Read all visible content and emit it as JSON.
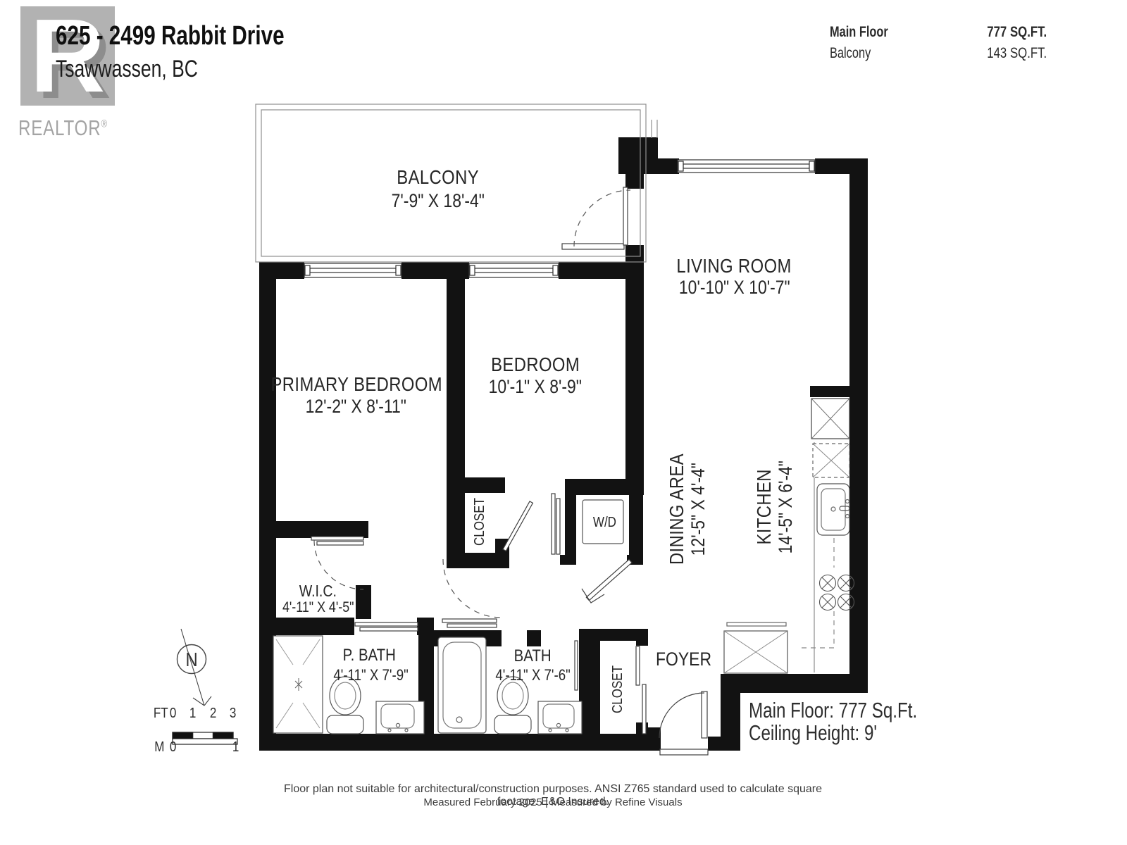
{
  "header": {
    "logo": {
      "letter": "R",
      "brand": "REALTOR",
      "reg": "®"
    },
    "title": "625 - 2499 Rabbit Drive",
    "subtitle": "Tsawwassen, BC"
  },
  "area_summary": {
    "rows": [
      {
        "label": "Main Floor",
        "value": "777 SQ.FT."
      },
      {
        "label": "Balcony",
        "value": "143 SQ.FT."
      }
    ]
  },
  "rooms": {
    "balcony": {
      "name": "BALCONY",
      "dims": "7'-9\" X 18'-4\""
    },
    "living_room": {
      "name": "LIVING ROOM",
      "dims": "10'-10\" X 10'-7\""
    },
    "primary_bedroom": {
      "name": "PRIMARY BEDROOM",
      "dims": "12'-2\" X 8'-11\""
    },
    "bedroom": {
      "name": "BEDROOM",
      "dims": "10'-1\" X 8'-9\""
    },
    "dining_area": {
      "name": "DINING AREA",
      "dims": "12'-5\" X 4'-4\""
    },
    "kitchen": {
      "name": "KITCHEN",
      "dims": "14'-5\" X 6'-4\""
    },
    "wic": {
      "name": "W.I.C.",
      "dims": "4'-11\" X 4'-5\""
    },
    "primary_bath": {
      "name": "P. BATH",
      "dims": "4'-11\" X 7'-9\""
    },
    "bath": {
      "name": "BATH",
      "dims": "4'-11\" X 7'-6\""
    },
    "bedroom_closet": {
      "name": "CLOSET"
    },
    "foyer_closet": {
      "name": "CLOSET"
    },
    "foyer": {
      "name": "FOYER"
    },
    "washer_dryer": {
      "name": "W/D"
    }
  },
  "floor_summary": {
    "line1": "Main Floor: 777 Sq.Ft.",
    "line2": "Ceiling Height: 9'"
  },
  "compass": {
    "label": "N"
  },
  "scale_bar": {
    "ft_label": "FT",
    "ft_ticks": [
      "0",
      "1",
      "2",
      "3"
    ],
    "m_label": "M",
    "m_ticks": [
      "0",
      "1"
    ]
  },
  "footer": {
    "line1": "Floor plan not suitable for architectural/construction purposes. ANSI Z765 standard used to calculate square footage. E&O Insured.",
    "line2": "Measured February 2025 | Measured by Refine Visuals"
  },
  "colors": {
    "wall": "#121212",
    "thin_line": "#3f3f3f",
    "light_line": "#8f8f8f",
    "logo_gray": "#b2b2b2",
    "text": "#262626"
  }
}
